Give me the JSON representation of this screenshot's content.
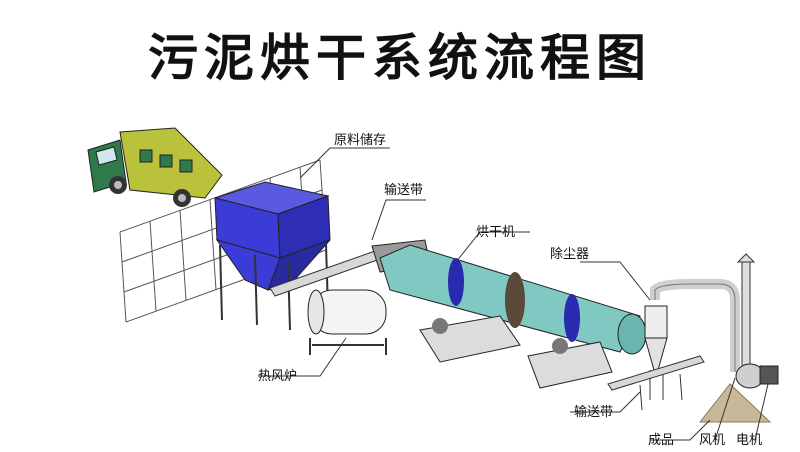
{
  "title": "污泥烘干系统流程图",
  "labels": {
    "raw_storage": "原料储存",
    "conveyor_top": "输送带",
    "dryer": "烘干机",
    "dust_collector": "除尘器",
    "hot_air_furnace": "热风炉",
    "conveyor_bottom": "输送带",
    "product": "成品",
    "fan": "风机",
    "motor": "电机"
  },
  "colors": {
    "hopper": "#3b3bd8",
    "drum": "#7fc9c2",
    "ring": "#2a2ab0",
    "truck_cab": "#2f7a4a",
    "truck_box": "#b9c23a"
  }
}
